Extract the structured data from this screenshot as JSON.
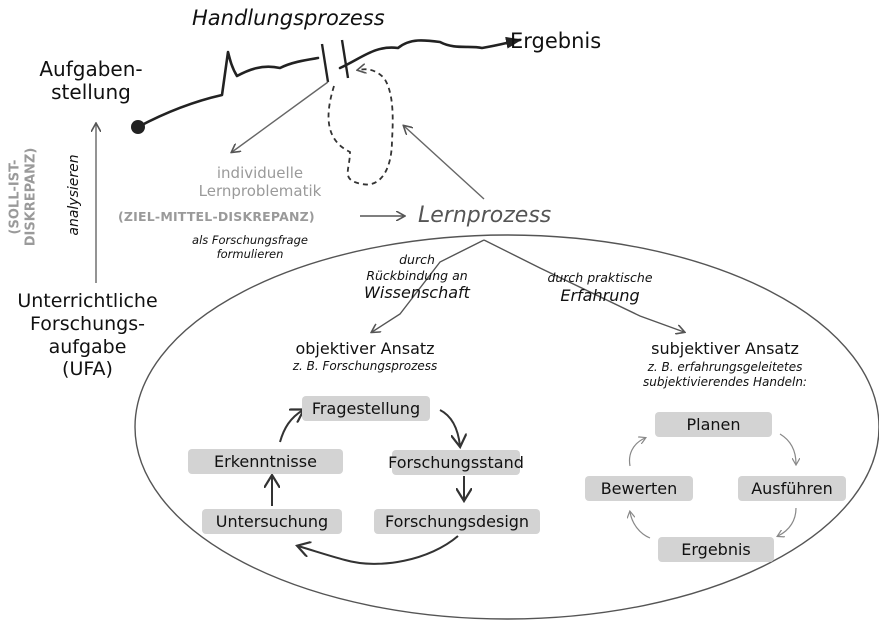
{
  "top": {
    "handlungsprozess": "Handlungsprozess",
    "ergebnis": "Ergebnis",
    "aufgaben_line1": "Aufgaben-",
    "aufgaben_line2": "stellung"
  },
  "left": {
    "soll_ist_line1": "(SOLL-IST-",
    "soll_ist_line2": "DISKREPANZ)",
    "analysieren": "analysieren",
    "ufa_line1": "Unterrichtliche",
    "ufa_line2": "Forschungs-",
    "ufa_line3": "aufgabe",
    "ufa_line4": "(UFA)"
  },
  "center": {
    "lernproblematik_line1": "individuelle",
    "lernproblematik_line2": "Lernproblematik",
    "ziel_mittel": "(ZIEL-MITTEL-DISKREPANZ)",
    "forschungsfrage_line1": "als Forschungsfrage",
    "forschungsfrage_line2": "formulieren",
    "lernprozess": "Lernprozess"
  },
  "branches": {
    "left_line1": "durch",
    "left_line2": "Rückbindung an",
    "left_line3": "Wissenschaft",
    "right_line1": "durch praktische",
    "right_line2": "Erfahrung"
  },
  "objective": {
    "title": "objektiver Ansatz",
    "subtitle": "z. B. Forschungsprozess",
    "steps": [
      "Fragestellung",
      "Forschungsstand",
      "Forschungsdesign",
      "Untersuchung",
      "Erkenntnisse"
    ]
  },
  "subjective": {
    "title": "subjektiver Ansatz",
    "subtitle_line1": "z. B. erfahrungsgeleitetes",
    "subtitle_line2": "subjektivierendes Handeln:",
    "steps": [
      "Planen",
      "Ausführen",
      "Ergebnis",
      "Bewerten"
    ]
  }
}
